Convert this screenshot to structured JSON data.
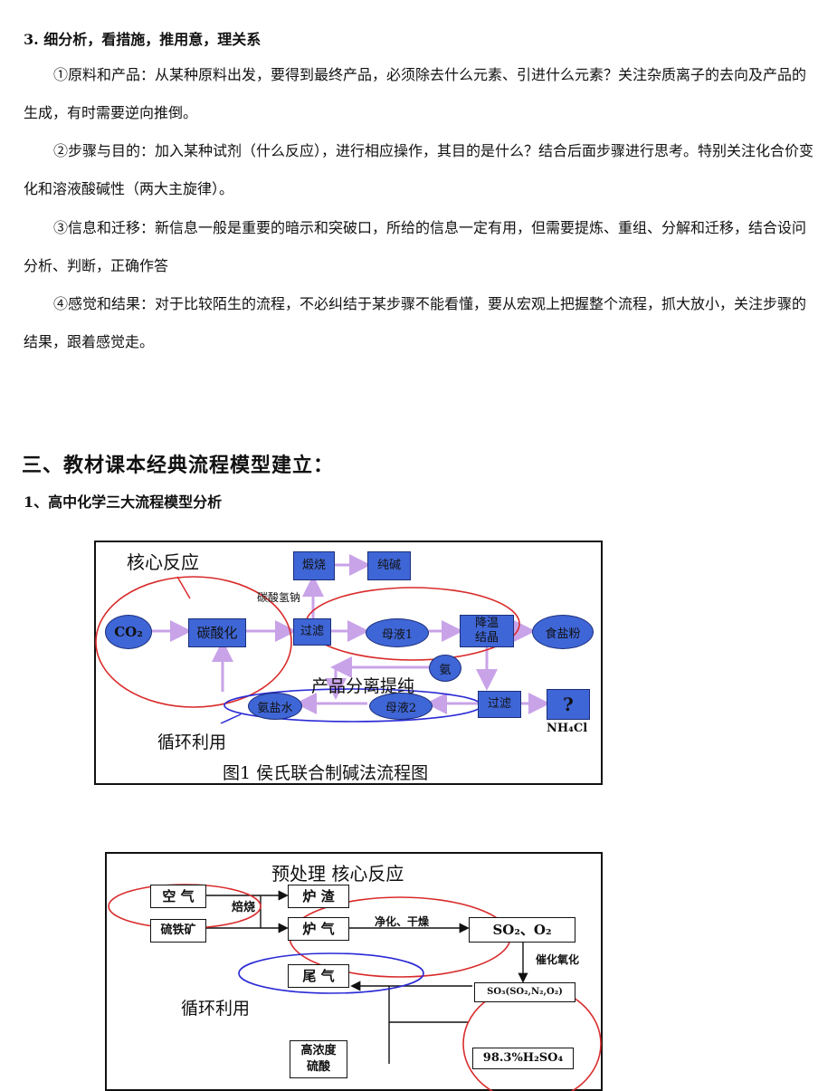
{
  "section3": {
    "heading": "3. 细分析，看措施，推用意，理关系",
    "paragraphs": [
      "①原料和产品：从某种原料出发，要得到最终产品，必须除去什么元素、引进什么元素？关注杂质离子的去向及产品的生成，有时需要逆向推倒。",
      "②步骤与目的：加入某种试剂（什么反应），进行相应操作，其目的是什么？结合后面步骤进行思考。特别关注化合价变化和溶液酸碱性（两大主旋律）。",
      "③信息和迁移：新信息一般是重要的暗示和突破口，所给的信息一定有用，但需要提炼、重组、分解和迁移，结合设问分析、判断，正确作答",
      "④感觉和结果：对于比较陌生的流程，不必纠结于某步骤不能看懂，要从宏观上把握整个流程，抓大放小，关注步骤的结果，跟着感觉走。"
    ]
  },
  "chapter": {
    "heading": "三、教材课本经典流程模型建立：",
    "subheading": "1、高中化学三大流程模型分析"
  },
  "figure1": {
    "caption": "图1  侯氏联合制碱法流程图",
    "annotations": {
      "core": "核心反应",
      "separation": "产品分离提纯",
      "recycle": "循环利用"
    },
    "nodes": {
      "co2": "CO₂",
      "carbonation": "碳酸化",
      "filter1": "过滤",
      "calcine": "煅烧",
      "soda": "纯碱",
      "mother1": "母液1",
      "cool": "降温\n结晶",
      "salt": "食盐粉",
      "ammonia": "氨",
      "ammonia_brine": "氨盐水",
      "mother2": "母液2",
      "filter2": "过滤",
      "question": "?",
      "nh4cl": "NH₄Cl"
    },
    "edge_labels": {
      "bicarbonate": "碳酸氢钠"
    }
  },
  "figure2": {
    "annotations": {
      "top": "预处理 核心反应",
      "recycle": "循环利用"
    },
    "nodes": {
      "air": "空  气",
      "pyrite": "硫铁矿",
      "slag": "炉  渣",
      "furnace_gas": "炉  气",
      "so2_o2": "SO₂、O₂",
      "tail_gas": "尾  气",
      "so3": "SO₃(SO₂,N₂,O₂)",
      "h2so4": "98.3%H₂SO₄",
      "conc_acid": "高浓度\n硫酸"
    },
    "edge_labels": {
      "roast": "焙烧",
      "purify": "净化、干燥",
      "catalytic": "催化氧化"
    }
  }
}
